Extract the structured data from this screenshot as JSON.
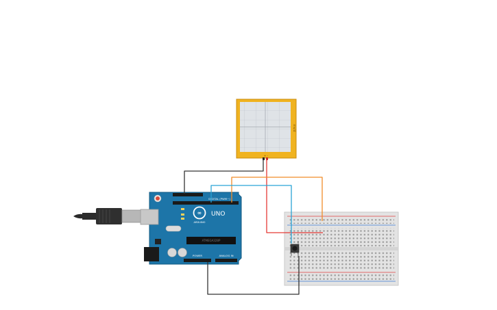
{
  "circuit": {
    "arduino": {
      "brand": "ARDUINO",
      "model": "UNO",
      "digital_label": "DIGITAL (PWM~)",
      "power_label": "POWER",
      "analog_label": "ANALOG IN",
      "chip": "ATMEGA328P"
    },
    "oscilloscope": {
      "side_label": "ms/d",
      "probe_label": "+ -",
      "screen_color": "#dfe3e7",
      "frame_color": "#f0b320"
    },
    "breadboard": {
      "rail_red": "#e04040",
      "rail_blue": "#3a7bd5"
    },
    "pushbutton": {
      "icon": "pushbutton-icon"
    },
    "usb_cable": {
      "icon": "usb-plug-icon"
    },
    "wires": [
      {
        "name": "scope-ground-wire",
        "color": "#333333"
      },
      {
        "name": "scope-signal-wire",
        "color": "#e53935"
      },
      {
        "name": "orange-signal-wire",
        "color": "#f28c28"
      },
      {
        "name": "cyan-signal-wire",
        "color": "#29a3d6"
      },
      {
        "name": "ground-return-wire",
        "color": "#333333"
      }
    ]
  }
}
